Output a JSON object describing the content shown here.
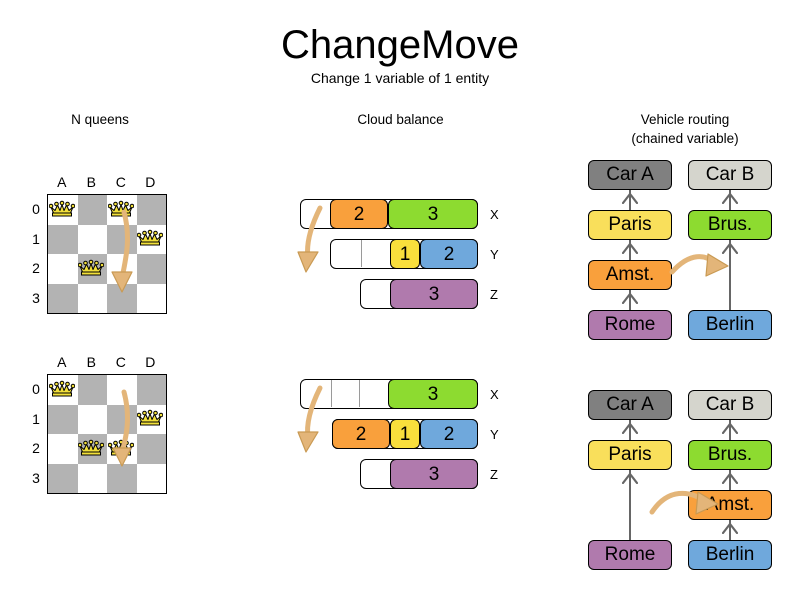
{
  "title": "ChangeMove",
  "subtitle": "Change 1 variable of 1 entity",
  "sections": {
    "nqueens": {
      "heading": "N queens"
    },
    "cloud": {
      "heading": "Cloud balance"
    },
    "vrp": {
      "heading_line1": "Vehicle routing",
      "heading_line2": "(chained variable)"
    }
  },
  "nqueens": {
    "columns": [
      "A",
      "B",
      "C",
      "D"
    ],
    "rows": [
      "0",
      "1",
      "2",
      "3"
    ],
    "before": {
      "queens": [
        {
          "col": "A",
          "row": "0"
        },
        {
          "col": "C",
          "row": "0"
        },
        {
          "col": "D",
          "row": "1"
        },
        {
          "col": "B",
          "row": "2"
        }
      ],
      "move_arrow": {
        "from_col": "C",
        "from_row": "0",
        "to_col": "C",
        "to_row": "2"
      }
    },
    "after": {
      "queens": [
        {
          "col": "A",
          "row": "0"
        },
        {
          "col": "D",
          "row": "1"
        },
        {
          "col": "B",
          "row": "2"
        },
        {
          "col": "C",
          "row": "2"
        }
      ],
      "move_arrow": {
        "from_col": "C",
        "from_row": "0",
        "to_col": "C",
        "to_row": "2"
      }
    }
  },
  "cloud": {
    "machine_labels": [
      "X",
      "Y",
      "Z"
    ],
    "before": {
      "rows": [
        {
          "machine": "X",
          "segments": [
            {
              "label": "2",
              "color": "#f9a03c",
              "width": 58
            },
            {
              "label": "3",
              "color": "#8ddb30",
              "width": 90
            }
          ],
          "empty_before": 30,
          "dividers": []
        },
        {
          "machine": "Y",
          "segments": [
            {
              "label": "1",
              "color": "#f9df3c",
              "width": 30
            },
            {
              "label": "2",
              "color": "#6fa8dc",
              "width": 58
            }
          ],
          "empty_before": 60,
          "dividers": [
            30
          ]
        },
        {
          "machine": "Z",
          "segments": [
            {
              "label": "3",
              "color": "#b07aad",
              "width": 88
            }
          ],
          "empty_before": 30,
          "dividers": []
        }
      ]
    },
    "after": {
      "rows": [
        {
          "machine": "X",
          "segments": [
            {
              "label": "3",
              "color": "#8ddb30",
              "width": 90
            }
          ],
          "empty_before": 88,
          "dividers": [
            30,
            58
          ]
        },
        {
          "machine": "Y",
          "segments": [
            {
              "label": "2",
              "color": "#f9a03c",
              "width": 58
            },
            {
              "label": "1",
              "color": "#f9df3c",
              "width": 30
            },
            {
              "label": "2",
              "color": "#6fa8dc",
              "width": 58
            }
          ],
          "empty_before": 0,
          "dividers": []
        },
        {
          "machine": "Z",
          "segments": [
            {
              "label": "3",
              "color": "#b07aad",
              "width": 88
            }
          ],
          "empty_before": 30,
          "dividers": []
        }
      ]
    }
  },
  "vrp": {
    "before": {
      "chain_a": [
        "Car A",
        "Paris",
        "Amst.",
        "Rome"
      ],
      "chain_b": [
        "Car B",
        "Brus.",
        "Berlin"
      ],
      "moving_node": "Amst."
    },
    "after": {
      "chain_a": [
        "Car A",
        "Paris",
        "Rome"
      ],
      "chain_b": [
        "Car B",
        "Brus.",
        "Amst.",
        "Berlin"
      ],
      "moving_node": "Amst."
    },
    "node_colors": {
      "Car A": "#808080",
      "Car B": "#d5d5cd",
      "Paris": "#f9df5b",
      "Brus.": "#8ddb30",
      "Amst.": "#f9a03c",
      "Rome": "#b07aad",
      "Berlin": "#6fa8dc"
    }
  },
  "palette": {
    "arrow": "#e3b579",
    "arrow_stroke": "#c99a53",
    "board_dark": "#b3b3b3",
    "board_light": "#ffffff",
    "connector": "#666666"
  }
}
